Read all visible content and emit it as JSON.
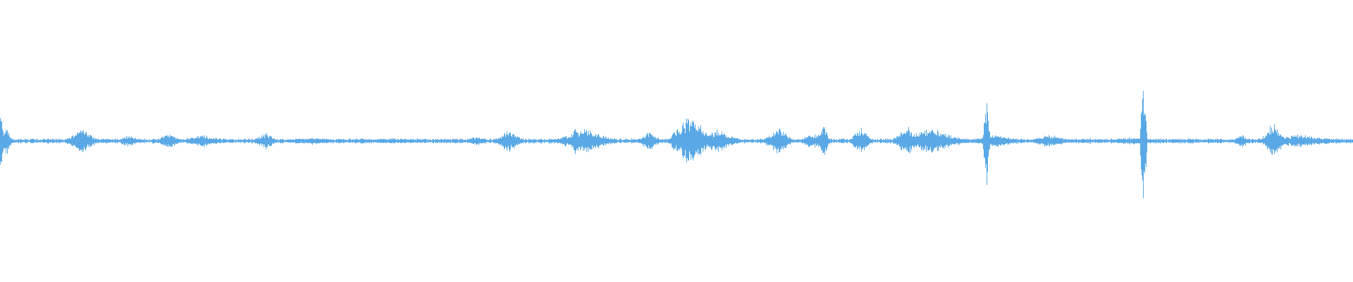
{
  "waveform": {
    "color": "#5aa9e6",
    "background": "#ffffff",
    "baseline_amplitude": 0.02,
    "events": [
      {
        "t": 0.0,
        "amp": 0.28,
        "dur": 0.004
      },
      {
        "t": 0.004,
        "amp": 0.12,
        "dur": 0.006
      },
      {
        "t": 0.06,
        "amp": 0.1,
        "dur": 0.014
      },
      {
        "t": 0.095,
        "amp": 0.05,
        "dur": 0.01
      },
      {
        "t": 0.125,
        "amp": 0.07,
        "dur": 0.01
      },
      {
        "t": 0.15,
        "amp": 0.05,
        "dur": 0.02
      },
      {
        "t": 0.196,
        "amp": 0.07,
        "dur": 0.01
      },
      {
        "t": 0.23,
        "amp": 0.03,
        "dur": 0.03
      },
      {
        "t": 0.29,
        "amp": 0.02,
        "dur": 0.04
      },
      {
        "t": 0.352,
        "amp": 0.04,
        "dur": 0.01
      },
      {
        "t": 0.376,
        "amp": 0.09,
        "dur": 0.012
      },
      {
        "t": 0.425,
        "amp": 0.12,
        "dur": 0.004
      },
      {
        "t": 0.432,
        "amp": 0.1,
        "dur": 0.025
      },
      {
        "t": 0.48,
        "amp": 0.08,
        "dur": 0.01
      },
      {
        "t": 0.51,
        "amp": 0.22,
        "dur": 0.018
      },
      {
        "t": 0.53,
        "amp": 0.09,
        "dur": 0.02
      },
      {
        "t": 0.575,
        "amp": 0.12,
        "dur": 0.012
      },
      {
        "t": 0.6,
        "amp": 0.07,
        "dur": 0.01
      },
      {
        "t": 0.608,
        "amp": 0.15,
        "dur": 0.006
      },
      {
        "t": 0.636,
        "amp": 0.11,
        "dur": 0.01
      },
      {
        "t": 0.67,
        "amp": 0.12,
        "dur": 0.012
      },
      {
        "t": 0.688,
        "amp": 0.1,
        "dur": 0.03
      },
      {
        "t": 0.729,
        "amp": 0.42,
        "dur": 0.003
      },
      {
        "t": 0.735,
        "amp": 0.06,
        "dur": 0.02
      },
      {
        "t": 0.775,
        "amp": 0.05,
        "dur": 0.02
      },
      {
        "t": 0.835,
        "amp": 0.03,
        "dur": 0.02
      },
      {
        "t": 0.845,
        "amp": 0.53,
        "dur": 0.003
      },
      {
        "t": 0.918,
        "amp": 0.05,
        "dur": 0.008
      },
      {
        "t": 0.941,
        "amp": 0.15,
        "dur": 0.01
      },
      {
        "t": 0.96,
        "amp": 0.05,
        "dur": 0.04
      }
    ]
  }
}
